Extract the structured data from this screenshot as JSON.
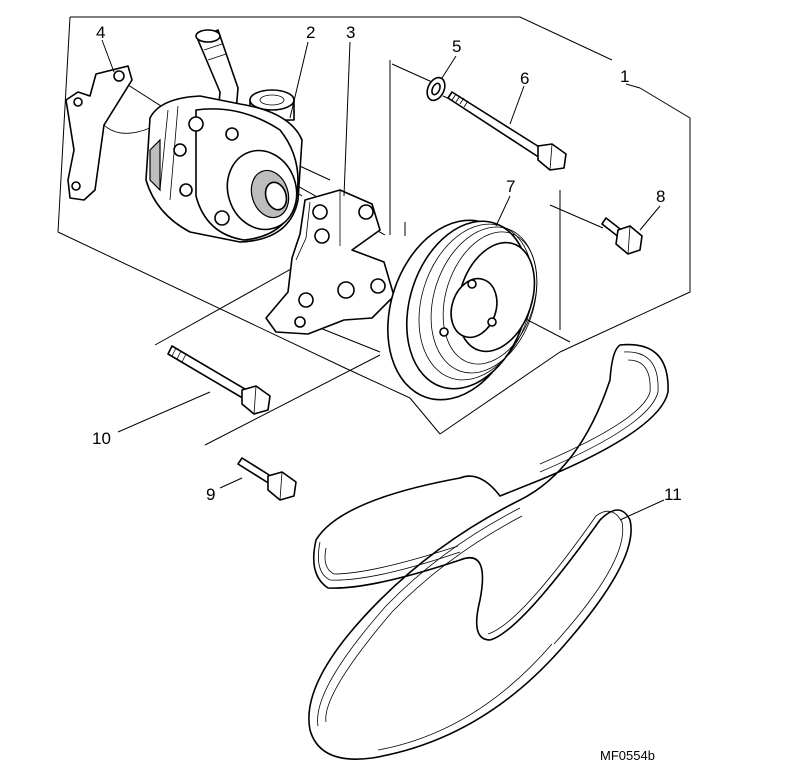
{
  "diagram": {
    "callouts": [
      "1",
      "2",
      "3",
      "4",
      "5",
      "6",
      "7",
      "8",
      "9",
      "10",
      "11"
    ],
    "reference": "MF0554b",
    "colors": {
      "line": "#000000",
      "background": "#ffffff",
      "shade": "#bdbdbd"
    }
  }
}
